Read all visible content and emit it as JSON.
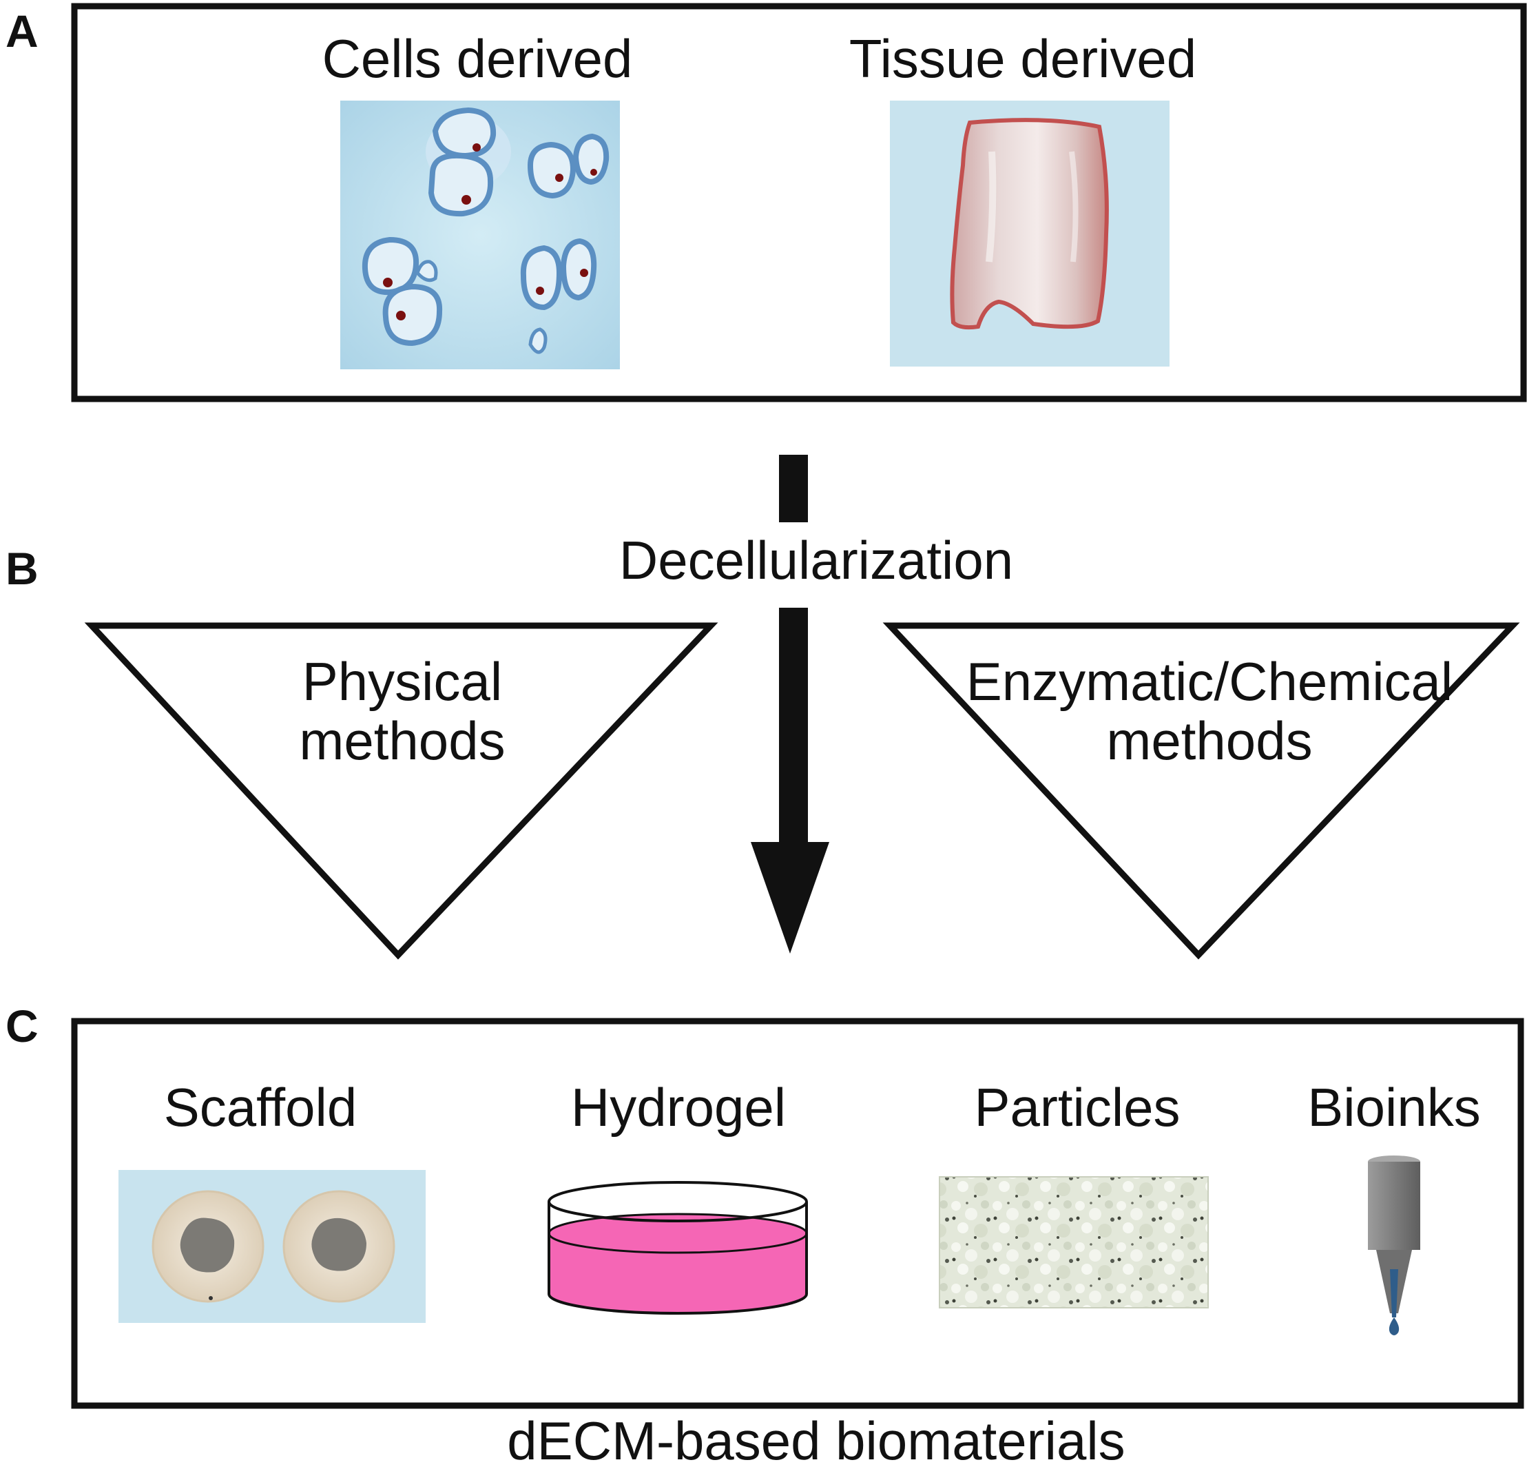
{
  "panels": {
    "a": {
      "letter": "A",
      "left_label": "Cells derived",
      "right_label": "Tissue derived"
    },
    "b": {
      "letter": "B",
      "process_label": "Decellularization",
      "left_method_line1": "Physical",
      "left_method_line2": "methods",
      "right_method_line1": "Enzymatic/Chemical",
      "right_method_line2": "methods"
    },
    "c": {
      "letter": "C",
      "items": [
        "Scaffold",
        "Hydrogel",
        "Particles",
        "Bioinks"
      ],
      "caption": "dECM-based biomaterials"
    }
  },
  "colors": {
    "panel_background": "#c8e3ee",
    "cell_outline": "#5b8fc2",
    "cell_fill": "#e3f0f8",
    "nucleus": "#7a1010",
    "tissue": "#dcc4c0",
    "tissue_edge": "#c2504f",
    "hydrogel": "#f566b5",
    "bioink_nozzle": "#8a8a8a",
    "bioink_drop": "#2f5d8a",
    "particles": "#dfe3d4",
    "scaffold": "#e7ddcc",
    "ink": "#111111"
  }
}
